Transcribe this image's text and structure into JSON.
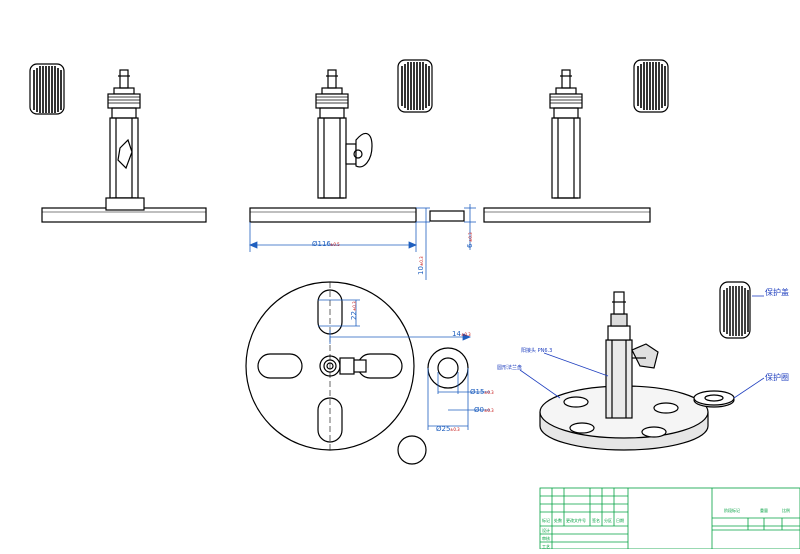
{
  "dimensions": {
    "base_diameter": "Ø116",
    "base_diameter_tol": "±0.5",
    "plate_thickness": "6",
    "plate_thickness_tol": "±0.3",
    "overall_height": "10",
    "overall_height_tol": "±0.3",
    "slot_length": "22",
    "slot_length_tol": "±0.3",
    "slot_offset": "14",
    "slot_offset_tol": "±0.3",
    "washer_inner": "Ø15",
    "washer_inner_tol": "±0.3",
    "washer_thickness": "Ø0",
    "washer_thickness_tol": "±0.3",
    "washer_outer": "Ø25",
    "washer_outer_tol": "±0.3"
  },
  "callouts": {
    "cap_label": "保护盖",
    "washer_label": "保护圈",
    "fitting_label": "阳接头 PN6.3",
    "base_label": "圆形法兰盘"
  },
  "title_block": {
    "col_marker": "标记",
    "col_count": "处数",
    "col_zone": "分区",
    "col_change_doc": "更改文件号",
    "col_signature": "签名",
    "col_date": "日期",
    "row_design": "设计",
    "row_review": "审核",
    "row_process": "工艺",
    "stage_mark": "阶段标记",
    "weight": "重量",
    "scale": "比例"
  }
}
